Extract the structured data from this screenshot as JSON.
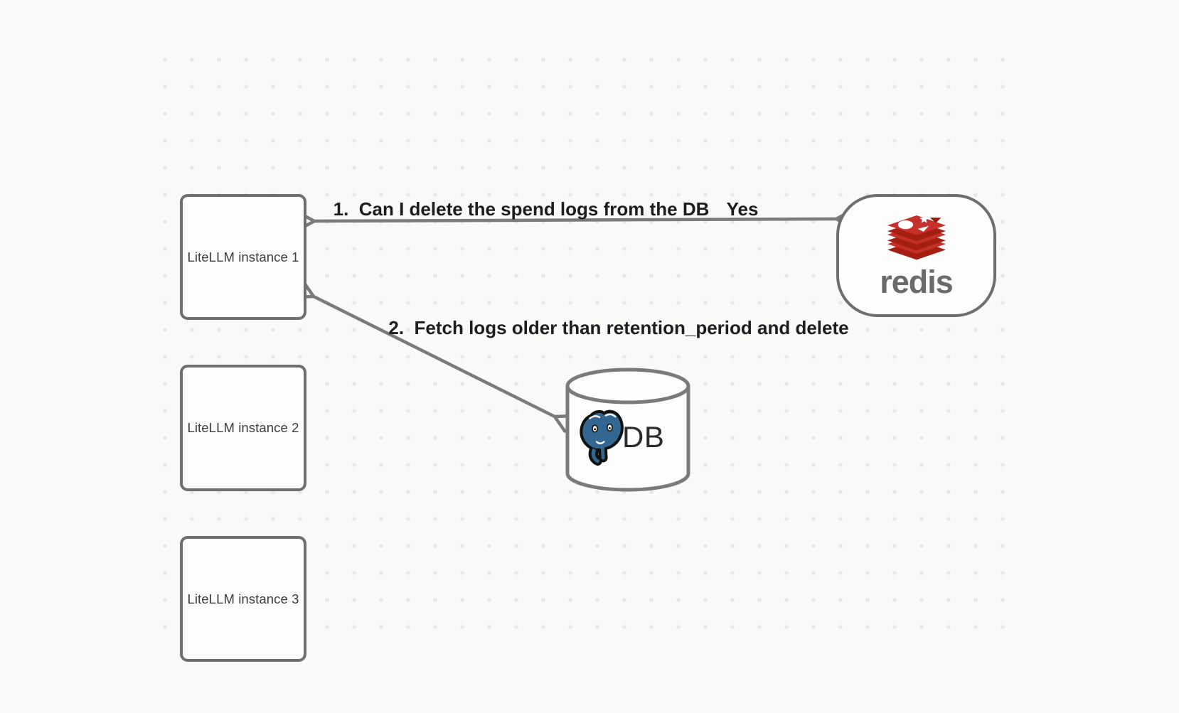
{
  "diagram": {
    "type": "architecture-flow",
    "background": "#f9f9f8",
    "dot_color": "#e7e7e7"
  },
  "nodes": {
    "instance1": {
      "label": "LiteLLM instance 1"
    },
    "instance2": {
      "label": "LiteLLM instance 2"
    },
    "instance3": {
      "label": "LiteLLM instance 3"
    },
    "redis": {
      "label": "redis"
    },
    "db": {
      "label": "DB"
    }
  },
  "arrows": {
    "arrow1": {
      "label": "1.  Can I delete the spend logs from the DB",
      "response": "Yes",
      "from": "redis",
      "to": "instance1",
      "double_headed": true
    },
    "arrow2": {
      "label": "2.  Fetch logs older than retention_period and delete",
      "from": "instance1",
      "to": "db",
      "double_headed": true
    }
  },
  "colors": {
    "border_gray": "#6e6e6e",
    "arrow_gray": "#7a7a7a",
    "label_text": "#1d1d1f",
    "node_text": "#3c3c3c",
    "redis_red": "#c6302b",
    "redis_dark_red": "#a41e11",
    "redis_wordmark_gray": "#6a6a6a",
    "postgres_blue": "#336791",
    "db_text": "#2b2b2b"
  }
}
